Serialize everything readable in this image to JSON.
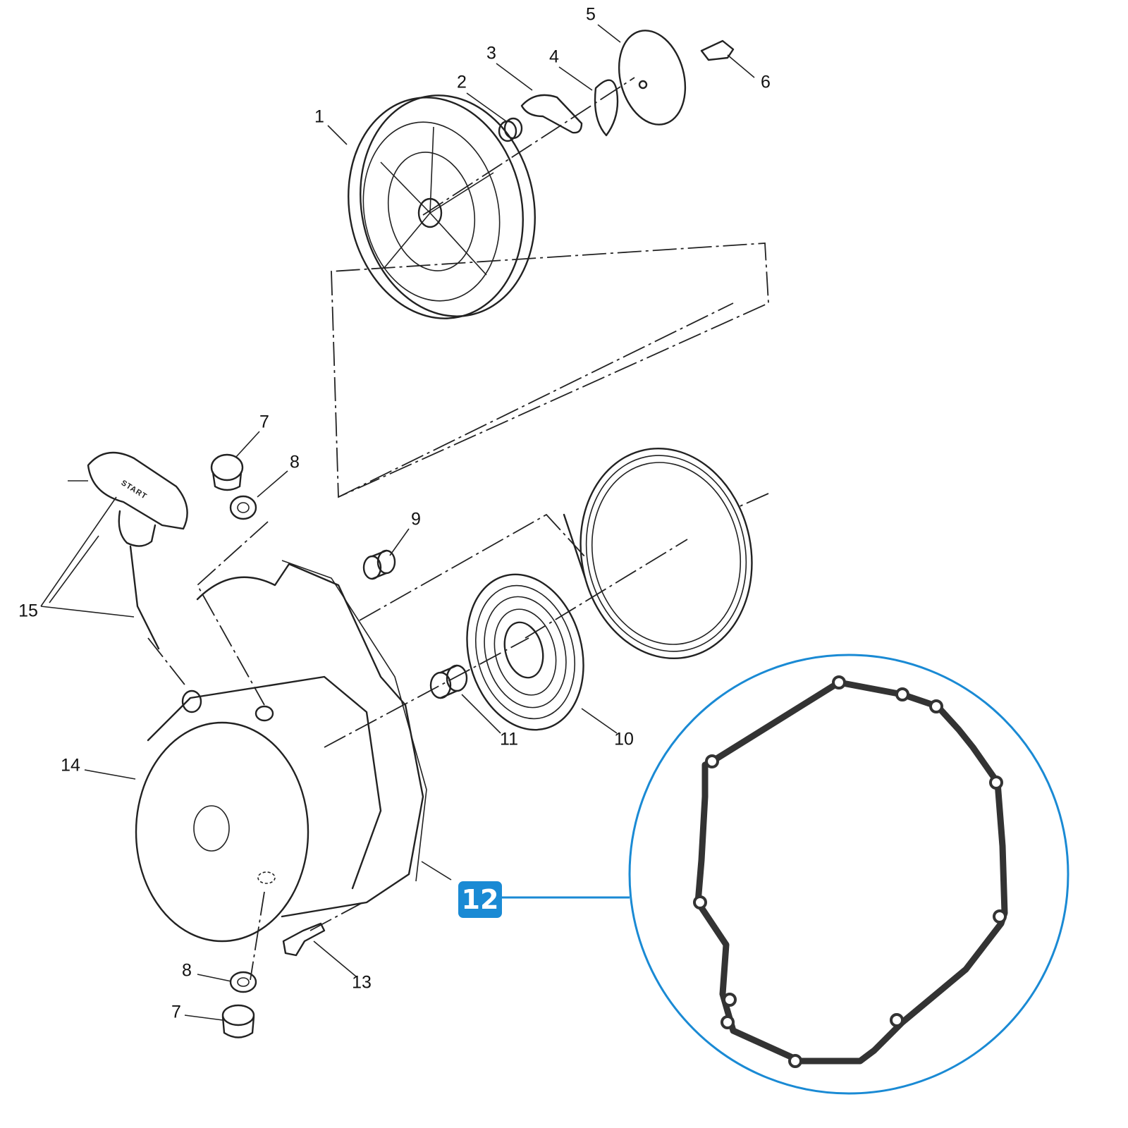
{
  "diagram": {
    "callouts": [
      "1",
      "2",
      "3",
      "4",
      "5",
      "6",
      "7",
      "8",
      "9",
      "10",
      "11",
      "12",
      "13",
      "14",
      "15"
    ],
    "lower_callouts": {
      "washer": "8",
      "plug": "7"
    },
    "highlight": {
      "label": "12",
      "color": "#1a8ad4"
    },
    "inset_stroke_color": "#1a8ad4",
    "handle_lettering": "START"
  }
}
